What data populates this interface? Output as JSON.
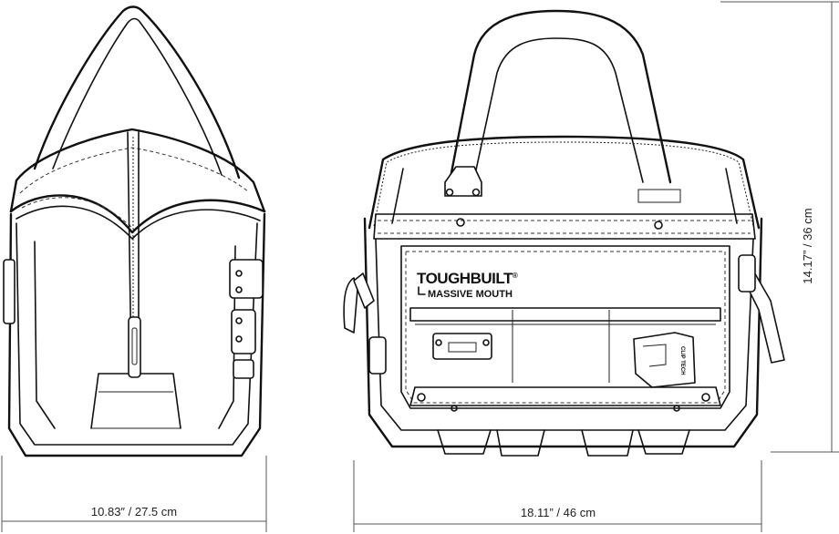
{
  "brand": {
    "name": "TOUGHBUILT",
    "registered_mark": "®",
    "product": "MASSIVE MOUTH",
    "tag_text": "CLIP TECH"
  },
  "dimensions": {
    "depth": "10.83″ / 27.5 cm",
    "width": "18.11” / 46 cm",
    "height": "14.17”  /  36 cm"
  }
}
